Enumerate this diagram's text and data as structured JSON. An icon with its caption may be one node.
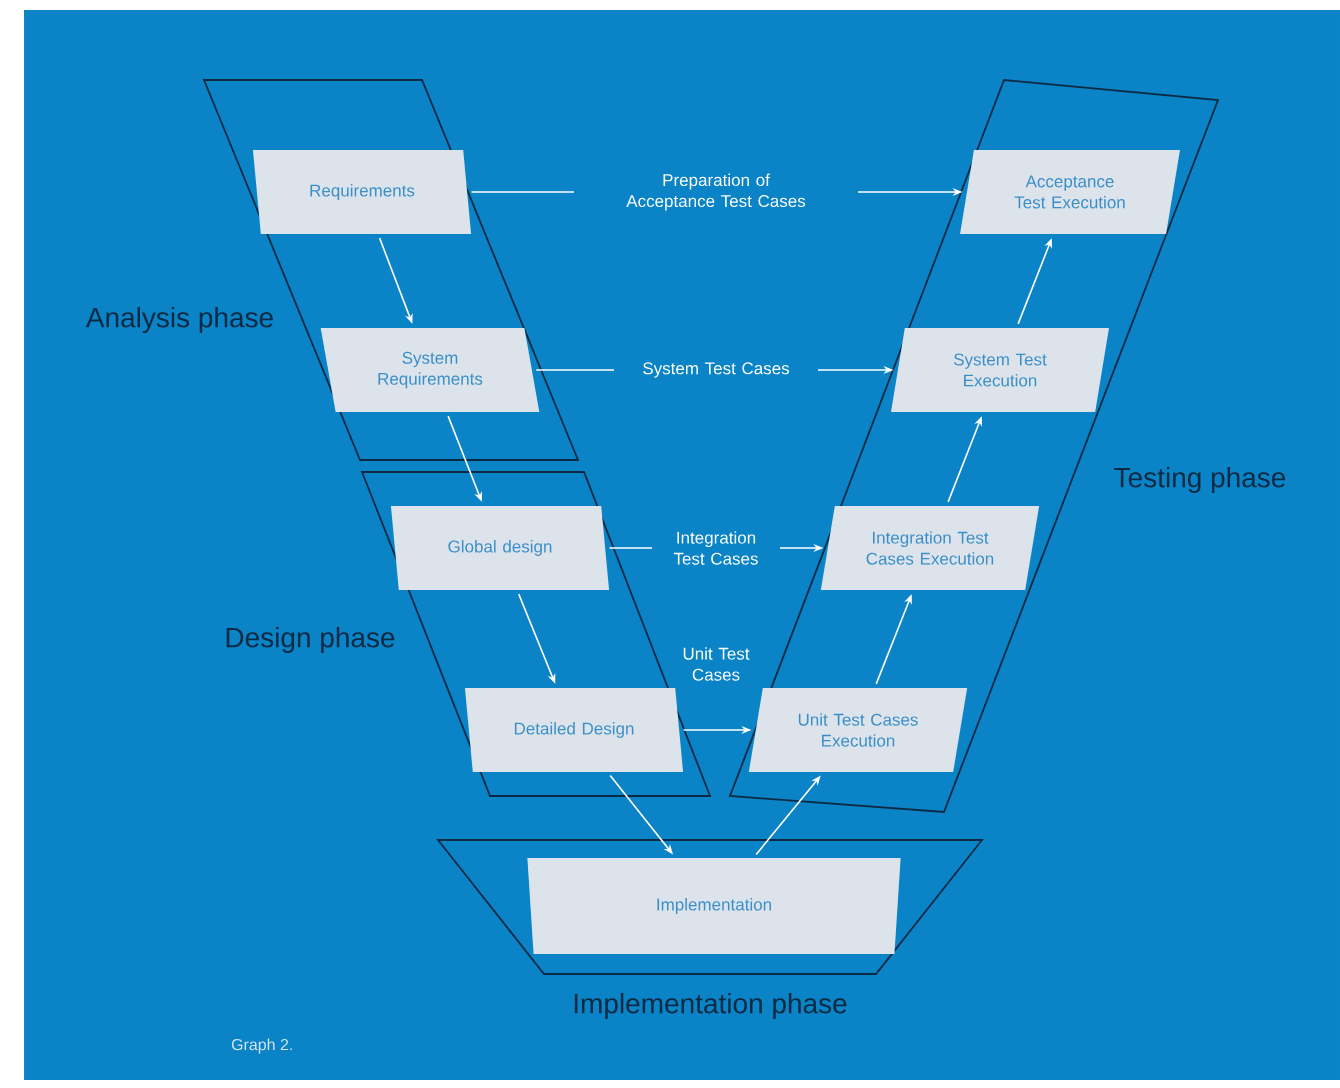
{
  "diagram": {
    "nodes": [
      {
        "text": [
          "Analysis phase"
        ]
      },
      {
        "text": [
          "Requirements"
        ],
        "in": 0
      },
      {
        "text": [
          "System Requirements"
        ],
        "in": 0
      },
      {
        "text": [
          "Design phase"
        ]
      },
      {
        "text": [
          "Global design"
        ],
        "in": 3
      },
      {
        "text": [
          "Detailed Design"
        ],
        "in": 3
      },
      {
        "text": [
          "Testing phase"
        ]
      },
      {
        "text": [
          "Acceptance Test Execution"
        ],
        "in": 6
      },
      {
        "text": [
          "System Test Execution"
        ],
        "in": 6
      },
      {
        "text": [
          "Integration Test Cases Execution"
        ],
        "in": 6
      },
      {
        "text": [
          "Unit Test Cases Execution"
        ],
        "in": 6
      },
      {
        "text": [
          "Implementation phase"
        ]
      },
      {
        "text": [
          "Implementation"
        ],
        "in": 11
      }
    ],
    "edges": [
      {
        "from": 1,
        "to": 2,
        "arrow": "to"
      },
      {
        "from": 2,
        "to": 4,
        "arrow": "to"
      },
      {
        "from": 4,
        "to": 5,
        "arrow": "to"
      },
      {
        "from": 5,
        "to": 12,
        "arrow": "to"
      },
      {
        "from": 12,
        "to": 10,
        "arrow": "to"
      },
      {
        "from": 10,
        "to": 9,
        "arrow": "to"
      },
      {
        "from": 9,
        "to": 8,
        "arrow": "to"
      },
      {
        "from": 8,
        "to": 7,
        "arrow": "to"
      },
      {
        "from": 1,
        "to": 7,
        "arrow": "to",
        "label": "Preparation of Acceptance Test Cases"
      },
      {
        "from": 2,
        "to": 8,
        "arrow": "to",
        "label": "System Test Cases"
      },
      {
        "from": 4,
        "to": 9,
        "arrow": "to",
        "label": "Integration Test Cases"
      },
      {
        "from": 5,
        "to": 10,
        "arrow": "to",
        "label": "Unit Test Cases"
      }
    ],
    "labels": [
      "Graph 2."
    ]
  }
}
